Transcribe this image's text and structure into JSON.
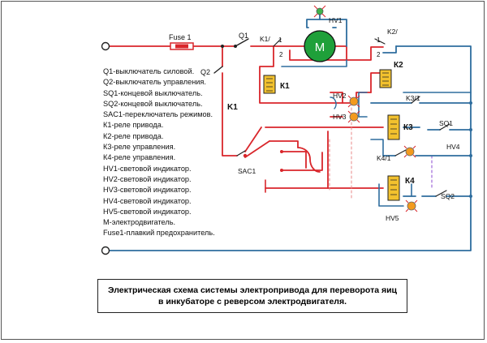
{
  "legend": [
    "Q1-выключатель силовой.",
    "Q2-выключатель управления.",
    "SQ1-концевой выключатель.",
    "SQ2-концевой выключатель.",
    "SAC1-переключатель режимов.",
    "К1-реле привода.",
    "К2-реле привода.",
    "К3-реле управления.",
    "К4-реле управления.",
    "HV1-световой индикатор.",
    "HV2-световой индикатор.",
    "HV3-световой индикатор.",
    "HV4-световой индикатор.",
    "HV5-световой индикатор.",
    "М-электродвигатель.",
    "Fuse1-плавкий предохранитель."
  ],
  "caption": "Электрическая схема системы электропривода для переворота яиц в инкубаторе с реверсом электродвигателя.",
  "labels": {
    "fuse": "Fuse 1",
    "q1": "Q1",
    "q2": "Q2",
    "k1_contact": "K1/",
    "k1_contact_1": "1",
    "k1_contact_2": "2",
    "k2_contact": "K2/",
    "k2_contact_1": "1",
    "k2_contact_2": "2",
    "motor": "M",
    "hv1": "HV1",
    "k1_coil": "К1",
    "k1_side": "K1",
    "k2_coil": "К2",
    "hv2": "HV2",
    "hv3": "HV3",
    "k3_contact": "K3/1",
    "k3_coil": "К3",
    "sq1": "SQ1",
    "hv4": "HV4",
    "k4_contact": "K4/1",
    "k4_coil": "К4",
    "sq2": "SQ2",
    "hv5": "HV5",
    "sac1": "SAC1"
  },
  "colors": {
    "red_wire": "#d9262b",
    "blue_wire": "#2e6d9e",
    "relay_yellow": "#f2c12e",
    "motor_green": "#1fa03a",
    "lamp_orange": "#f39a1e"
  }
}
